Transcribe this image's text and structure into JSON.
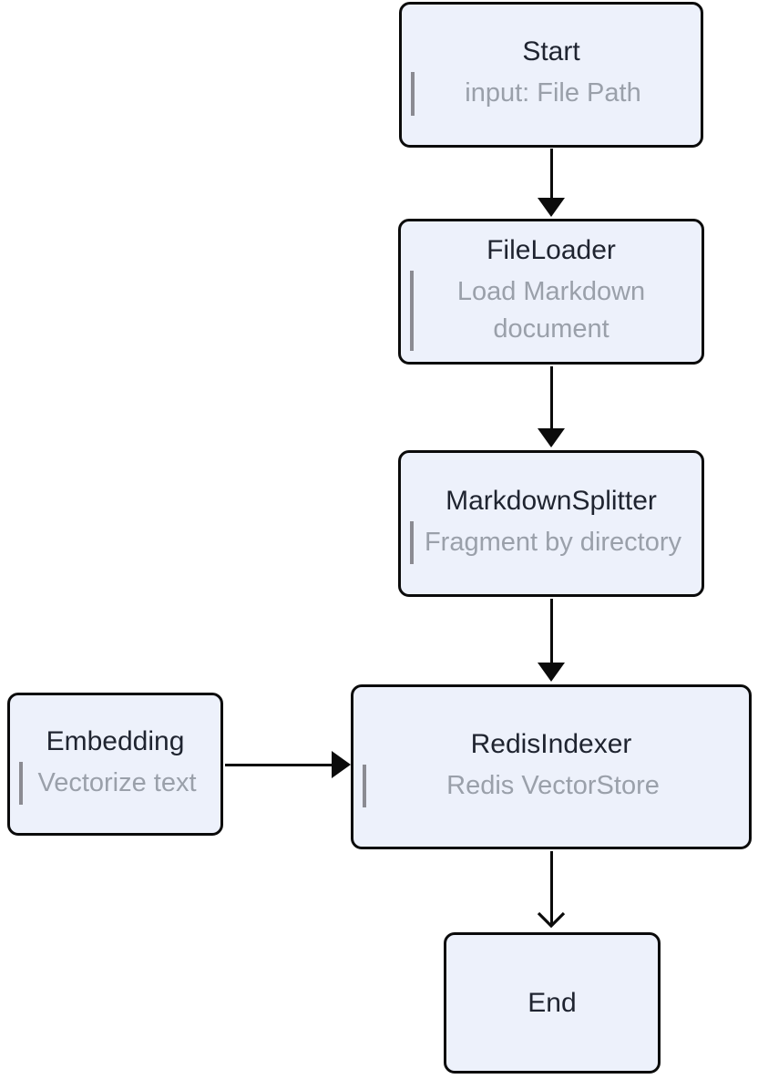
{
  "diagram": {
    "type": "flowchart",
    "direction": "top-down",
    "background_color": "#ffffff",
    "node_colors": {
      "fill": "#edf1fb",
      "border": "#0b0b0b",
      "title_text": "#1f2430",
      "subtitle_text": "#9aa0aa",
      "subtitle_bar": "#8b8b92"
    },
    "arrow_color": "#0b0b0b",
    "nodes": [
      {
        "id": "start",
        "title": "Start",
        "subtitle": "input: File Path"
      },
      {
        "id": "fileloader",
        "title": "FileLoader",
        "subtitle": "Load Markdown document"
      },
      {
        "id": "markdownsplitter",
        "title": "MarkdownSplitter",
        "subtitle": "Fragment by directory"
      },
      {
        "id": "embedding",
        "title": "Embedding",
        "subtitle": "Vectorize text"
      },
      {
        "id": "redisindexer",
        "title": "RedisIndexer",
        "subtitle": "Redis VectorStore"
      },
      {
        "id": "end",
        "title": "End"
      }
    ],
    "edges": [
      {
        "from": "Start",
        "to": "FileLoader",
        "head": "filled-triangle"
      },
      {
        "from": "FileLoader",
        "to": "MarkdownSplitter",
        "head": "filled-triangle"
      },
      {
        "from": "MarkdownSplitter",
        "to": "RedisIndexer",
        "head": "filled-triangle"
      },
      {
        "from": "Embedding",
        "to": "RedisIndexer",
        "head": "filled-triangle"
      },
      {
        "from": "RedisIndexer",
        "to": "End",
        "head": "open-chevron"
      }
    ]
  }
}
